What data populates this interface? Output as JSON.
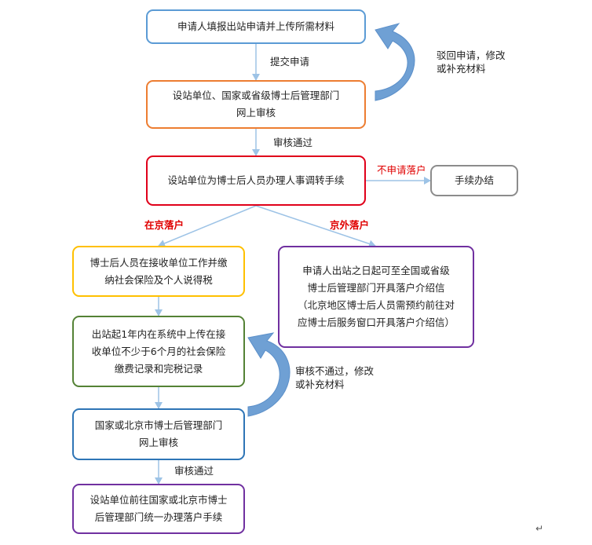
{
  "flow": {
    "step_apply": "申请人填报出站申请并上传所需材料",
    "step_review_line1": "设站单位、国家或省级博士后管理部门",
    "step_review_line2": "网上审核",
    "step_transfer": "设站单位为博士后人员办理人事调转手续",
    "step_done": "手续办结",
    "step_insurance_line1": "博士后人员在接收单位工作并缴",
    "step_insurance_line2": "纳社会保险及个人说得税",
    "step_upload_line1": "出站起1年内在系统中上传在接",
    "step_upload_line2": "收单位不少于6个月的社会保险",
    "step_upload_line3": "缴费记录和完税记录",
    "step_beijing_review_line1": "国家或北京市博士后管理部门",
    "step_beijing_review_line2": "网上审核",
    "step_settle_line1": "设站单位前往国家或北京市博士",
    "step_settle_line2": "后管理部门统一办理落户手续",
    "step_outside_line1": "申请人出站之日起可至全国或省级",
    "step_outside_line2": "博士后管理部门开具落户介绍信",
    "step_outside_line3": "（北京地区博士后人员需预约前往对",
    "step_outside_line4": "应博士后服务窗口开具落户介绍信）"
  },
  "labels": {
    "submit": "提交申请",
    "approved_1": "审核通过",
    "reject_line1": "驳回申请，修改",
    "reject_line2": "或补充材料",
    "no_settle": "不申请落户",
    "settle_in_beijing": "在京落户",
    "settle_outside": "京外落户",
    "fail_line1": "审核不通过，修改",
    "fail_line2": "或补充材料",
    "approved_2": "审核通过"
  },
  "colors": {
    "blue": "#5b9bd5",
    "orange": "#ed7d31",
    "red": "#e0001a",
    "gray": "#8c8c8c",
    "yellow": "#ffc000",
    "green": "#548235",
    "purple": "#7030a0",
    "darkblue": "#2e75b6",
    "arrow": "#9dc3e6",
    "label_red": "#e00000"
  },
  "icons": {
    "paragraph_mark": "↵"
  }
}
